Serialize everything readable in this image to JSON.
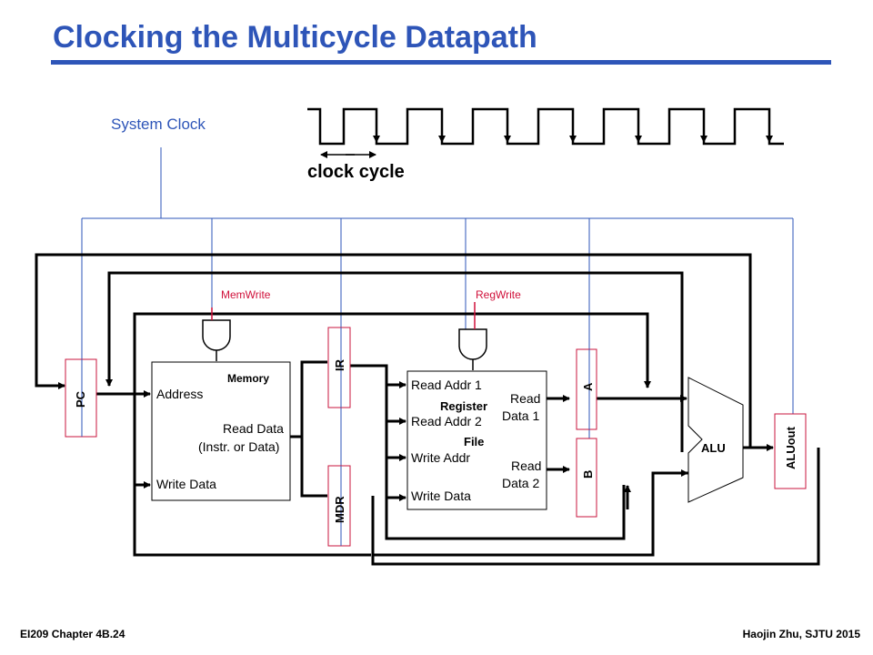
{
  "slide": {
    "title": "Clocking the Multicycle Datapath",
    "footer_left": "EI209  Chapter 4B.24",
    "footer_right": "Haojin Zhu, SJTU 2015"
  },
  "diagram": {
    "system_clock_label": "System Clock",
    "clock_cycle_label": "clock cycle",
    "control_signals": {
      "mem_write": "MemWrite",
      "reg_write": "RegWrite"
    },
    "registers": {
      "pc": "PC",
      "ir": "IR",
      "mdr": "MDR",
      "a": "A",
      "b": "B",
      "alu_out": "ALUout"
    },
    "memory": {
      "title": "Memory",
      "address": "Address",
      "read_data": "Read Data",
      "read_data_sub": "(Instr. or Data)",
      "write_data": "Write Data"
    },
    "register_file": {
      "title_line1": "Register",
      "title_line2": "File",
      "read_addr_1": "Read Addr 1",
      "read_addr_2": "Read Addr 2",
      "write_addr": "Write Addr",
      "write_data": "Write Data",
      "read_data_1_line1": "Read",
      "read_data_1_line2": "Data 1",
      "read_data_2_line1": "Read",
      "read_data_2_line2": "Data 2"
    },
    "alu": {
      "label": "ALU"
    },
    "colors": {
      "clock_wire": "#2e55b8",
      "control": "#d0103a",
      "register_border": "#c8143c",
      "title": "#2e55b8"
    }
  }
}
